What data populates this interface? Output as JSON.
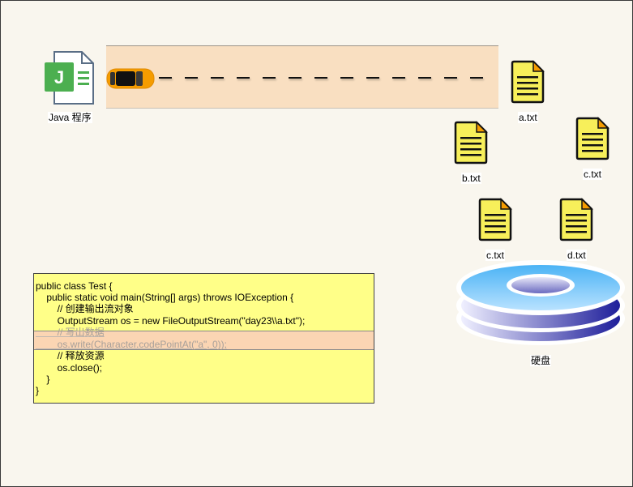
{
  "diagram": {
    "java_program": {
      "label": "Java 程序",
      "icon": "java-file-icon",
      "badge_letter": "J",
      "accent": "#4caf50"
    },
    "stream_channel": {
      "icon": "car-icon",
      "color": "#f9dfc1",
      "car_color": "#f59c00",
      "dash_count": 13
    },
    "files": [
      {
        "name": "a.txt",
        "icon": "text-file-icon"
      },
      {
        "name": "b.txt",
        "icon": "text-file-icon"
      },
      {
        "name": "c.txt",
        "icon": "text-file-icon"
      },
      {
        "name": "c.txt",
        "icon": "text-file-icon"
      },
      {
        "name": "d.txt",
        "icon": "text-file-icon"
      }
    ],
    "disk": {
      "label": "硬盘",
      "icon": "hard-disk-icon"
    },
    "code": {
      "lines": [
        "public class Test {",
        "    public static void main(String[] args) throws IOException {",
        "        // 创建输出流对象",
        "        OutputStream os = new FileOutputStream(\"day23\\\\a.txt\");",
        "        // 写出数据",
        "        os.write(Character.codePointAt(\"a\", 0));",
        "        // 释放资源",
        "        os.close();",
        "    }",
        "}"
      ],
      "highlighted_lines": [
        4,
        5
      ]
    }
  }
}
